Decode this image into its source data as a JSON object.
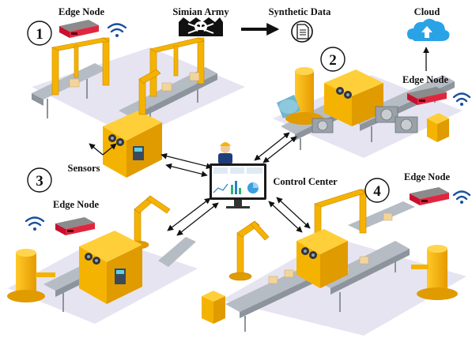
{
  "labels": {
    "edge_node_1": "Edge Node",
    "simian_army": "Simian Army",
    "synthetic_data": "Synthetic Data",
    "cloud": "Cloud",
    "edge_node_2": "Edge Node",
    "sensors": "Sensors",
    "control_center": "Control Center",
    "edge_node_3": "Edge Node",
    "edge_node_4": "Edge Node"
  },
  "stations": [
    "1",
    "2",
    "3",
    "4"
  ],
  "icons": [
    "server-icon",
    "wifi-icon",
    "skull-banner-icon",
    "document-icon",
    "cloud-upload-icon",
    "worker-icon",
    "monitor-icon",
    "robot-arm-icon",
    "conveyor-icon",
    "sensor-camera-icon"
  ],
  "colors": {
    "machine": "#f5b301",
    "machine_dark": "#d88c00",
    "conveyor": "#a9afb7",
    "floor": "#e6e4f1",
    "server_red": "#c8102e",
    "wifi_blue": "#1b4f9c",
    "cloud_blue": "#29a3e6"
  }
}
